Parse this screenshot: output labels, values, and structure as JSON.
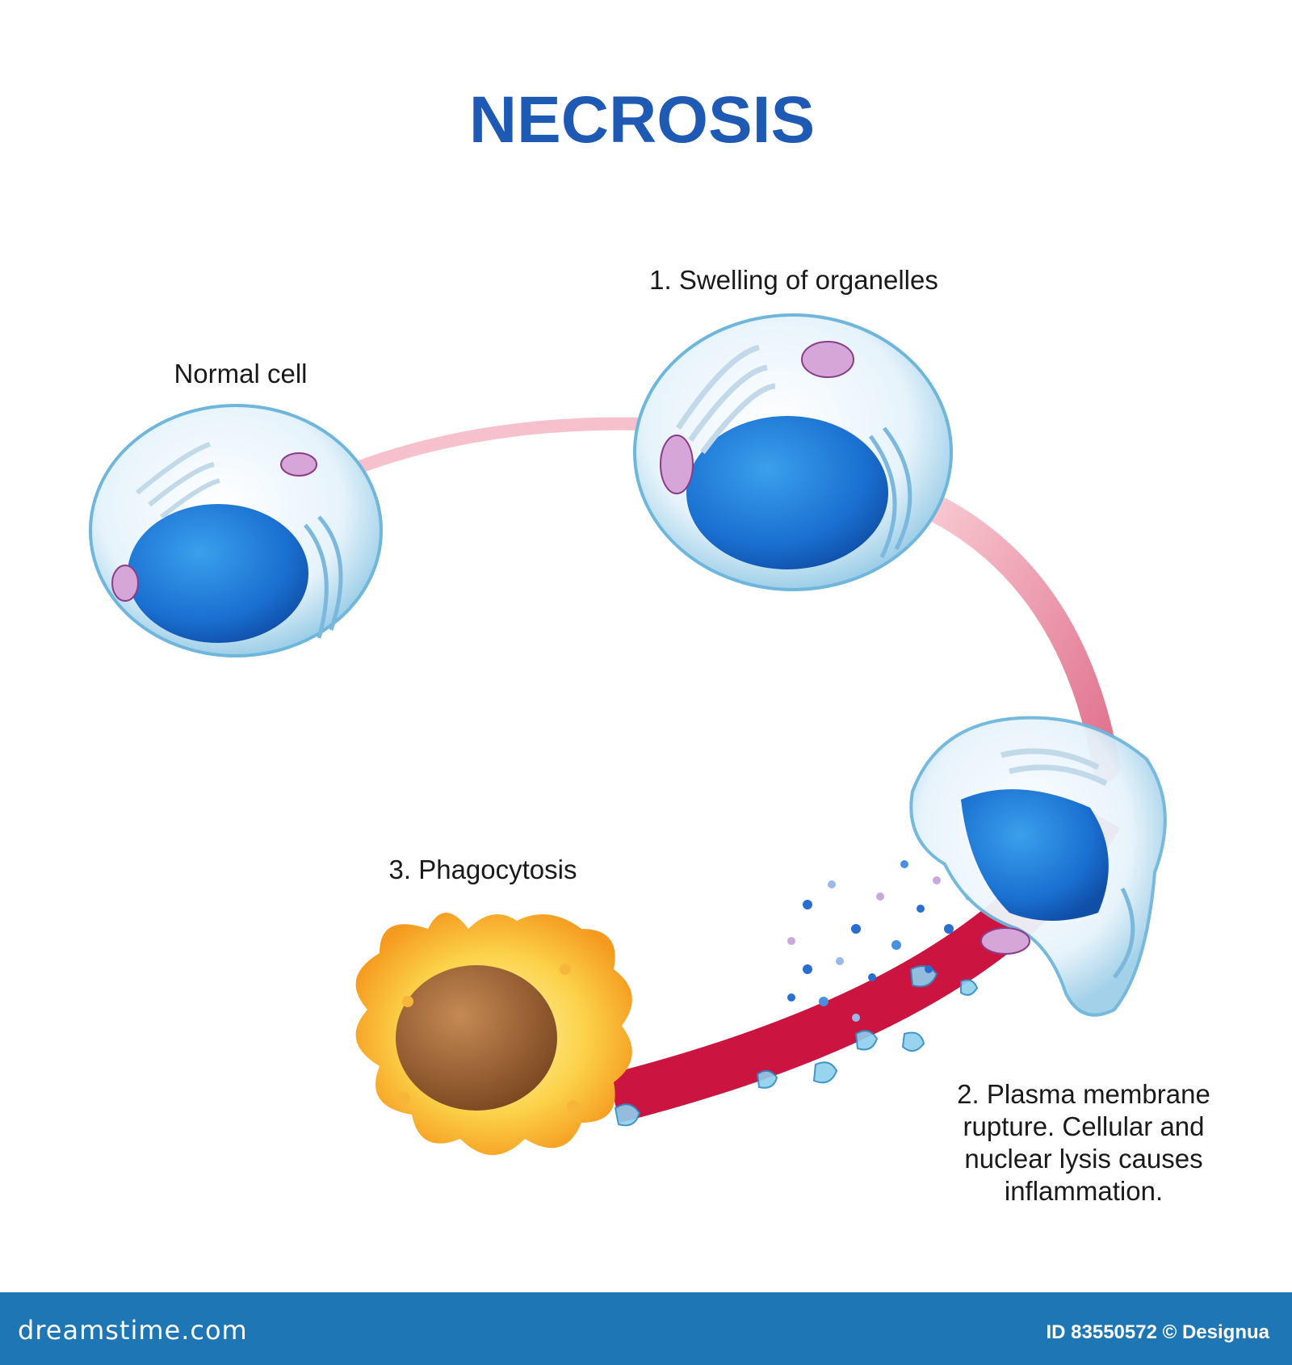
{
  "title": "NECROSIS",
  "stages": {
    "normal": "Normal cell",
    "swelling": "1. Swelling of organelles",
    "rupture": [
      "2. Plasma membrane",
      "rupture. Cellular and",
      "nuclear lysis causes",
      "inflammation."
    ],
    "phagocytosis": "3. Phagocytosis"
  },
  "footer": {
    "brand": "dreamstime.com",
    "credit": "ID 83550572 © Designua"
  },
  "colors": {
    "title": "#1e5ab4",
    "footer": "#1e76b4",
    "path_light": "#f4b8c4",
    "path_dark": "#cc1440",
    "nucleus": "#1a6fd0",
    "phagocyte": "#f5a623"
  }
}
